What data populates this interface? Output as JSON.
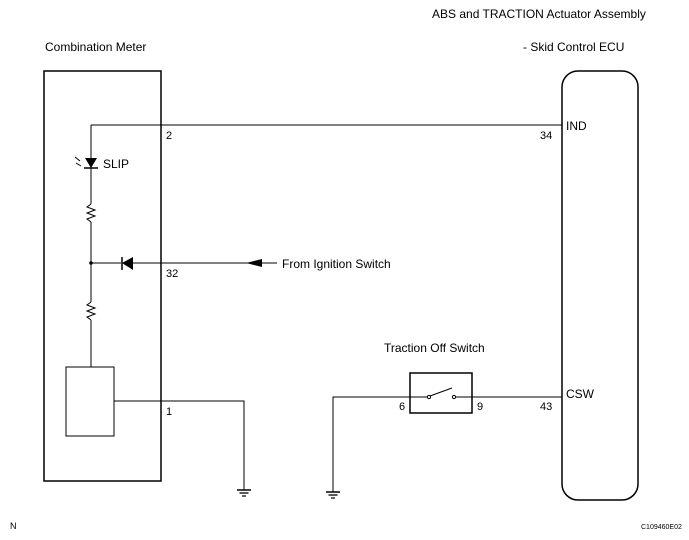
{
  "title_line1": "ABS and TRACTION Actuator Assembly",
  "title_line2": "- Skid Control ECU",
  "meter_label": "Combination Meter",
  "slip_label": "SLIP",
  "ignition_label": "From Ignition Switch",
  "traction_switch_label": "Traction Off Switch",
  "ecu_terminals": {
    "ind": "IND",
    "csw": "CSW"
  },
  "pins": {
    "meter_2": "2",
    "meter_32": "32",
    "meter_1": "1",
    "ecu_34": "34",
    "ecu_43": "43",
    "switch_6": "6",
    "switch_9": "9"
  },
  "corner_left": "N",
  "figure_code": "C109460E02"
}
